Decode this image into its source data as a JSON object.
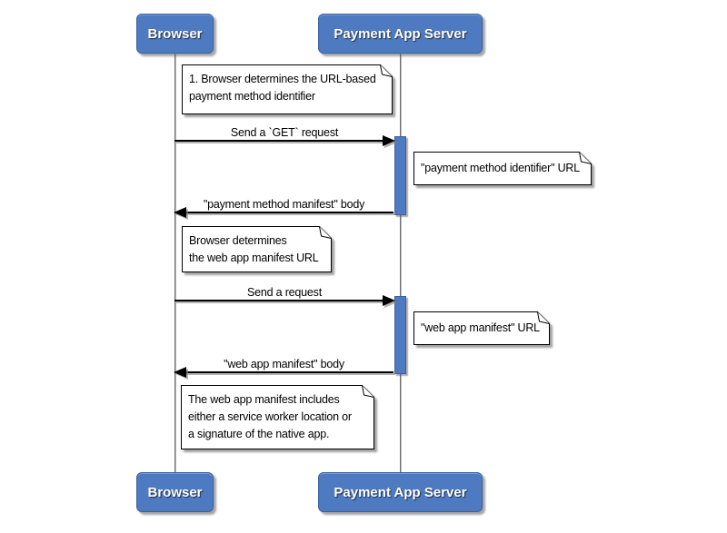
{
  "actors": {
    "browser": "Browser",
    "server": "Payment App Server"
  },
  "messages": [
    {
      "from": "browser",
      "to": "server",
      "label": "Send a `GET` request"
    },
    {
      "from": "server",
      "to": "browser",
      "label": "\"payment method manifest\" body"
    },
    {
      "from": "browser",
      "to": "server",
      "label": "Send a request"
    },
    {
      "from": "server",
      "to": "browser",
      "label": "\"web app manifest\" body"
    }
  ],
  "notes": {
    "note1": {
      "lines": [
        "1. Browser determines the URL-based",
        "payment method identifier"
      ]
    },
    "noteR1": {
      "lines": [
        "\"payment method identifier\" URL"
      ]
    },
    "note2": {
      "lines": [
        "Browser determines",
        "the web app manifest URL"
      ]
    },
    "noteR2": {
      "lines": [
        "\"web app manifest\" URL"
      ]
    },
    "note3": {
      "lines": [
        "The web app manifest includes",
        "either a service worker location or",
        "a signature of the native app."
      ]
    }
  },
  "colors": {
    "actor_fill": "#4d7ac1",
    "actor_border": "#3a619e",
    "activation_fill": "#4d7ac1",
    "lifeline": "#6e6e6e",
    "arrow": "#000000",
    "note_fill": "#ffffff"
  }
}
